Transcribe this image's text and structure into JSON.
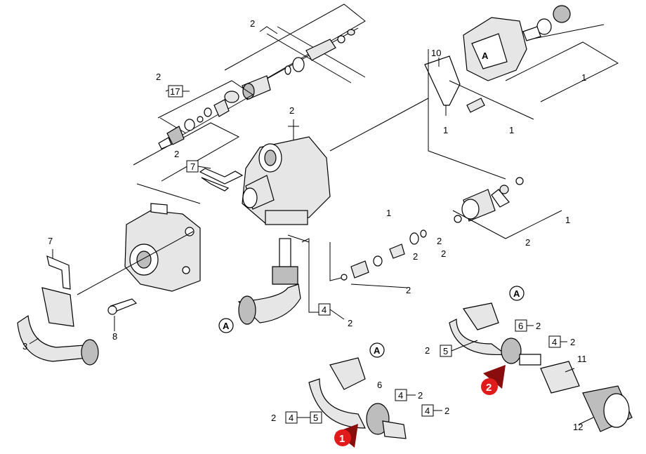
{
  "labels": {
    "n1": "1",
    "n2": "2",
    "n3": "3",
    "n4": "4",
    "n5": "5",
    "n6": "6",
    "n7": "7",
    "n8": "8",
    "n10": "10",
    "n11": "11",
    "n12": "12",
    "n17": "17"
  },
  "connectors": {
    "a": "A"
  },
  "variants": {
    "v1": "1",
    "v2": "2"
  }
}
